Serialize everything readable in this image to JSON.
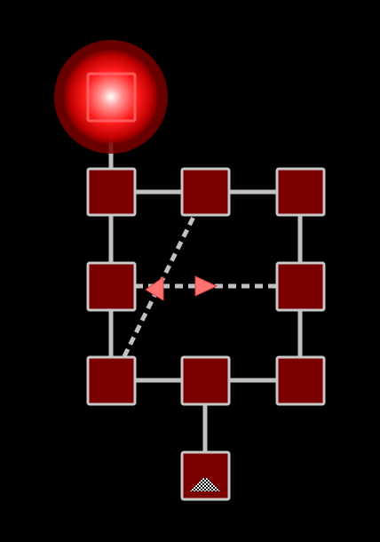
{
  "game": {
    "view": "level-map",
    "colors": {
      "background": "#000000",
      "node_fill": "#7a0000",
      "node_border": "#c8c8c8",
      "path": "#c0c0c0",
      "active_glow": "#ff2020",
      "arrow": "#ff7070"
    },
    "nodes": [
      {
        "id": "start",
        "state": "active",
        "icon": "none"
      },
      {
        "id": "r1c1",
        "state": "locked",
        "icon": "none"
      },
      {
        "id": "r1c2",
        "state": "locked",
        "icon": "none"
      },
      {
        "id": "r1c3",
        "state": "locked",
        "icon": "none"
      },
      {
        "id": "r2c1",
        "state": "locked",
        "icon": "none"
      },
      {
        "id": "r2c3",
        "state": "locked",
        "icon": "none"
      },
      {
        "id": "r3c1",
        "state": "locked",
        "icon": "none"
      },
      {
        "id": "r3c2",
        "state": "locked",
        "icon": "none"
      },
      {
        "id": "r3c3",
        "state": "locked",
        "icon": "none"
      },
      {
        "id": "exit",
        "state": "locked",
        "icon": "checkered-flag-icon"
      }
    ],
    "links": [
      {
        "from": "start",
        "to": "r1c1",
        "style": "solid"
      },
      {
        "from": "r1c1",
        "to": "r1c2",
        "style": "solid"
      },
      {
        "from": "r1c2",
        "to": "r1c3",
        "style": "solid"
      },
      {
        "from": "r1c1",
        "to": "r2c1",
        "style": "solid"
      },
      {
        "from": "r1c3",
        "to": "r2c3",
        "style": "solid"
      },
      {
        "from": "r2c1",
        "to": "r3c1",
        "style": "solid"
      },
      {
        "from": "r2c3",
        "to": "r3c3",
        "style": "solid"
      },
      {
        "from": "r3c1",
        "to": "r3c2",
        "style": "solid"
      },
      {
        "from": "r3c2",
        "to": "r3c3",
        "style": "solid"
      },
      {
        "from": "r3c2",
        "to": "exit",
        "style": "solid"
      },
      {
        "from": "r2c1",
        "to": "r2c3",
        "style": "dashed",
        "arrows": [
          "left-arrow-icon",
          "right-arrow-icon"
        ]
      },
      {
        "from": "r3c1",
        "to": "r1c2",
        "style": "dashed"
      }
    ]
  }
}
